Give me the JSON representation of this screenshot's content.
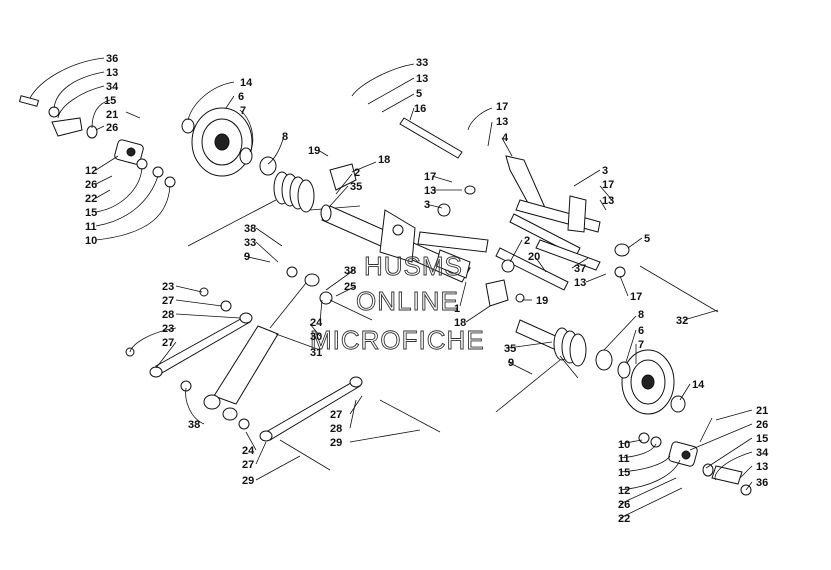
{
  "watermark": {
    "line1": "HUSMS",
    "line2": "ONLINE",
    "line3": "MICROFICHE"
  },
  "callouts": [
    {
      "id": "c-36a",
      "text": "36"
    },
    {
      "id": "c-13a",
      "text": "13"
    },
    {
      "id": "c-34a",
      "text": "34"
    },
    {
      "id": "c-15a",
      "text": "15"
    },
    {
      "id": "c-21a",
      "text": "21"
    },
    {
      "id": "c-26a",
      "text": "26"
    },
    {
      "id": "c-12a",
      "text": "12"
    },
    {
      "id": "c-26b",
      "text": "26"
    },
    {
      "id": "c-22a",
      "text": "22"
    },
    {
      "id": "c-15b",
      "text": "15"
    },
    {
      "id": "c-11a",
      "text": "11"
    },
    {
      "id": "c-10a",
      "text": "10"
    },
    {
      "id": "c-14a",
      "text": "14"
    },
    {
      "id": "c-6a",
      "text": "6"
    },
    {
      "id": "c-7a",
      "text": "7"
    },
    {
      "id": "c-8a",
      "text": "8"
    },
    {
      "id": "c-19a",
      "text": "19"
    },
    {
      "id": "c-18a",
      "text": "18"
    },
    {
      "id": "c-2a",
      "text": "2"
    },
    {
      "id": "c-35a",
      "text": "35"
    },
    {
      "id": "c-33a",
      "text": "33"
    },
    {
      "id": "c-13b",
      "text": "13"
    },
    {
      "id": "c-5a",
      "text": "5"
    },
    {
      "id": "c-16a",
      "text": "16"
    },
    {
      "id": "c-17a",
      "text": "17"
    },
    {
      "id": "c-13c",
      "text": "13"
    },
    {
      "id": "c-4a",
      "text": "4"
    },
    {
      "id": "c-3a",
      "text": "3"
    },
    {
      "id": "c-17b",
      "text": "17"
    },
    {
      "id": "c-13d",
      "text": "13"
    },
    {
      "id": "c-3b",
      "text": "3"
    },
    {
      "id": "c-17c",
      "text": "17"
    },
    {
      "id": "c-13e",
      "text": "13"
    },
    {
      "id": "c-5b",
      "text": "5"
    },
    {
      "id": "c-38a",
      "text": "38"
    },
    {
      "id": "c-33b",
      "text": "33"
    },
    {
      "id": "c-9a",
      "text": "9"
    },
    {
      "id": "c-2b",
      "text": "2"
    },
    {
      "id": "c-20a",
      "text": "20"
    },
    {
      "id": "c-37a",
      "text": "37"
    },
    {
      "id": "c-13f",
      "text": "13"
    },
    {
      "id": "c-17d",
      "text": "17"
    },
    {
      "id": "c-32a",
      "text": "32"
    },
    {
      "id": "c-23a",
      "text": "23"
    },
    {
      "id": "c-27a",
      "text": "27"
    },
    {
      "id": "c-28a",
      "text": "28"
    },
    {
      "id": "c-23b",
      "text": "23"
    },
    {
      "id": "c-27b",
      "text": "27"
    },
    {
      "id": "c-38b",
      "text": "38"
    },
    {
      "id": "c-25a",
      "text": "25"
    },
    {
      "id": "c-24a",
      "text": "24"
    },
    {
      "id": "c-30a",
      "text": "30"
    },
    {
      "id": "c-31a",
      "text": "31"
    },
    {
      "id": "c-1a",
      "text": "1"
    },
    {
      "id": "c-19b",
      "text": "19"
    },
    {
      "id": "c-18b",
      "text": "18"
    },
    {
      "id": "c-8b",
      "text": "8"
    },
    {
      "id": "c-6b",
      "text": "6"
    },
    {
      "id": "c-7b",
      "text": "7"
    },
    {
      "id": "c-35b",
      "text": "35"
    },
    {
      "id": "c-9b",
      "text": "9"
    },
    {
      "id": "c-14b",
      "text": "14"
    },
    {
      "id": "c-21b",
      "text": "21"
    },
    {
      "id": "c-26c",
      "text": "26"
    },
    {
      "id": "c-15c",
      "text": "15"
    },
    {
      "id": "c-34b",
      "text": "34"
    },
    {
      "id": "c-13g",
      "text": "13"
    },
    {
      "id": "c-36b",
      "text": "36"
    },
    {
      "id": "c-10b",
      "text": "10"
    },
    {
      "id": "c-11b",
      "text": "11"
    },
    {
      "id": "c-15d",
      "text": "15"
    },
    {
      "id": "c-12b",
      "text": "12"
    },
    {
      "id": "c-26d",
      "text": "26"
    },
    {
      "id": "c-22b",
      "text": "22"
    },
    {
      "id": "c-38c",
      "text": "38"
    },
    {
      "id": "c-27c",
      "text": "27"
    },
    {
      "id": "c-28b",
      "text": "28"
    },
    {
      "id": "c-29a",
      "text": "29"
    },
    {
      "id": "c-24b",
      "text": "24"
    },
    {
      "id": "c-27d",
      "text": "27"
    },
    {
      "id": "c-29b",
      "text": "29"
    }
  ]
}
